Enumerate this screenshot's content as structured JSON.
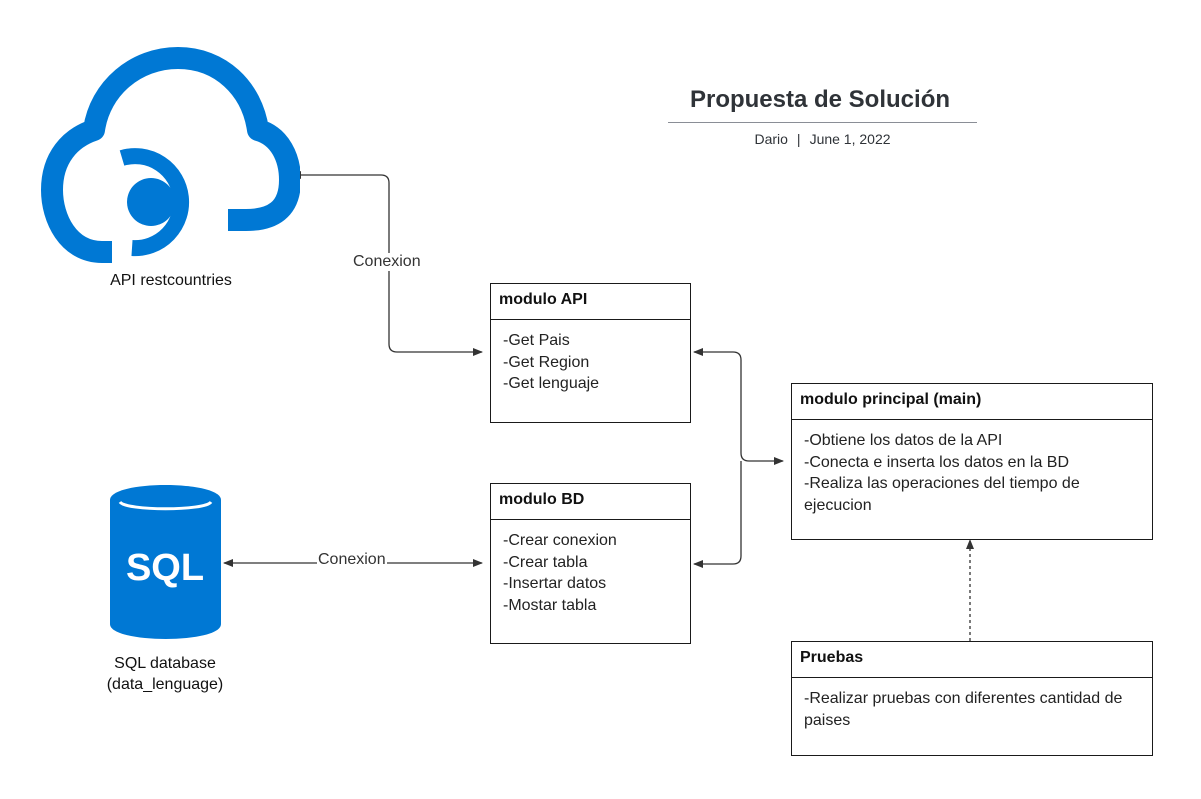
{
  "header": {
    "title": "Propuesta de Solución",
    "author": "Dario",
    "separator": "|",
    "date": "June 1, 2022"
  },
  "icons": {
    "api": {
      "name": "cloud-api-icon",
      "label": "API restcountries",
      "color": "#0078d4"
    },
    "db": {
      "name": "sql-database-icon",
      "label_line1": "SQL database",
      "label_line2": "(data_lenguage)",
      "glyph": "SQL",
      "color": "#0078d4"
    }
  },
  "boxes": {
    "modulo_api": {
      "title": "modulo API",
      "items": [
        "-Get Pais",
        "-Get Region",
        "-Get lenguaje"
      ]
    },
    "modulo_bd": {
      "title": "modulo BD",
      "items": [
        "-Crear conexion",
        "-Crear tabla",
        "-Insertar datos",
        "-Mostar tabla"
      ]
    },
    "modulo_main": {
      "title": "modulo principal (main)",
      "items": [
        "-Obtiene los datos de la API",
        "-Conecta e inserta los datos en la BD",
        "-Realiza las operaciones del tiempo de ejecucion"
      ]
    },
    "pruebas": {
      "title": "Pruebas",
      "items": [
        "-Realizar pruebas con diferentes cantidad de paises"
      ]
    }
  },
  "connectors": {
    "api_link_label": "Conexion",
    "db_link_label": "Conexion"
  }
}
